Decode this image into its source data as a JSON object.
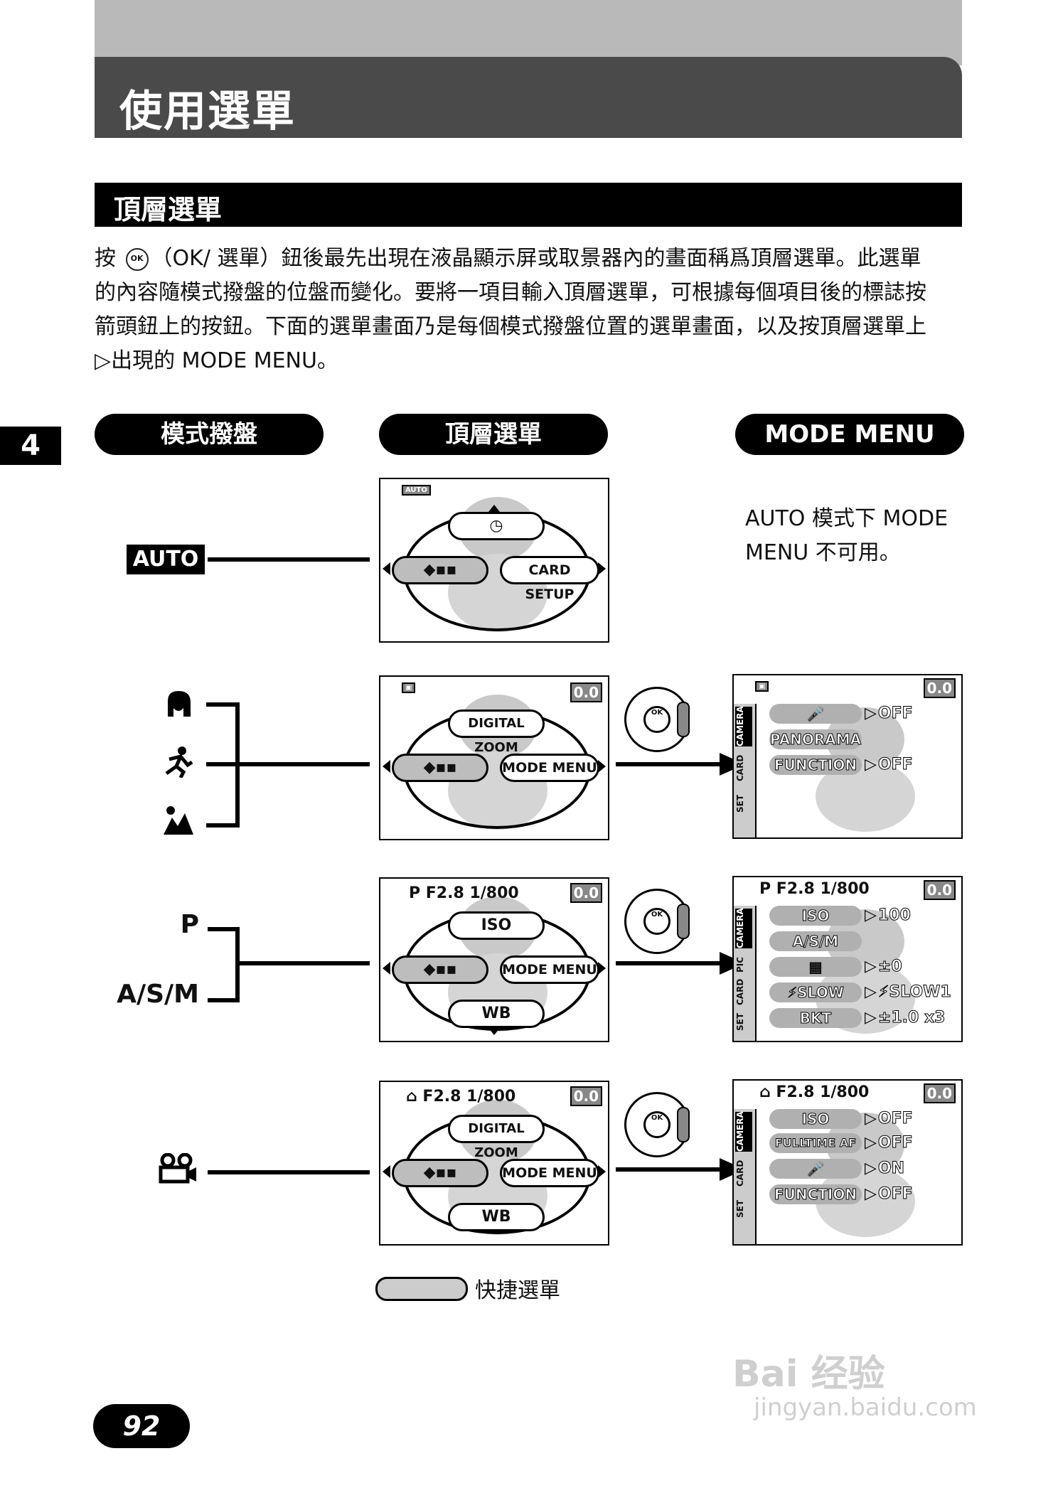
{
  "header": {
    "title": "使用選單"
  },
  "section": {
    "title": "頂層選單"
  },
  "intro": {
    "line1_pre": "按",
    "line1_post": "（OK/ 選單）鈕後最先出現在液晶顯示屏或取景器內的畫面稱爲頂層選單。此選單",
    "line2": "的內容隨模式撥盤的位盤而變化。要將一項目輸入頂層選單，可根據每個項目後的標誌按",
    "line3": "箭頭鈕上的按鈕。下面的選單畫面乃是每個模式撥盤位置的選單畫面，以及按頂層選單上",
    "line4": "▷出現的 MODE MENU。",
    "ok_icon": "OK"
  },
  "chapter": "4",
  "columns": {
    "mode_dial": "模式撥盤",
    "top_menu": "頂層選單",
    "mode_menu": "MODE MENU"
  },
  "rows": {
    "auto": {
      "label": "AUTO",
      "note1": "AUTO 模式下 MODE",
      "note2": "MENU 不可用。",
      "top": {
        "up": "◷",
        "left": "◆▪▪",
        "right": "CARD SETUP",
        "icon": "AUTO"
      }
    },
    "scene": {
      "icons": [
        "portrait-icon",
        "sports-icon",
        "landscape-icon"
      ],
      "top": {
        "ev": "0.0",
        "up": "DIGITAL ZOOM",
        "left": "◆▪▪",
        "right": "MODE MENU"
      },
      "mode": {
        "ev": "0.0",
        "tabs": [
          "CAMERA",
          "CARD",
          "SET"
        ],
        "items": [
          {
            "label": "🎤",
            "value": "OFF"
          },
          {
            "label": "PANORAMA",
            "value": ""
          },
          {
            "label": "FUNCTION",
            "value": "OFF"
          }
        ]
      }
    },
    "pasm": {
      "label_p": "P",
      "label_asm": "A/S/M",
      "top": {
        "status": "P F2.8 1/800",
        "ev": "0.0",
        "up": "ISO",
        "left": "◆▪▪",
        "right": "MODE MENU",
        "down": "WB"
      },
      "mode": {
        "status": "P  F2.8 1/800",
        "ev": "0.0",
        "tabs": [
          "CAMERA",
          "PIC",
          "CARD",
          "SET"
        ],
        "items": [
          {
            "label": "ISO",
            "value": "100"
          },
          {
            "label": "A/S/M",
            "value": ""
          },
          {
            "label": "▦",
            "value": "±0"
          },
          {
            "label": "⚡SLOW",
            "value": "⚡SLOW1"
          },
          {
            "label": "BKT",
            "value": "±1.0 x3"
          }
        ]
      }
    },
    "movie": {
      "top": {
        "status": "F2.8 1/800",
        "ev": "0.0",
        "up": "DIGITAL ZOOM",
        "left": "◆▪▪",
        "right": "MODE MENU",
        "down": "WB"
      },
      "mode": {
        "status": "F2.8 1/800",
        "ev": "0.0",
        "tabs": [
          "CAMERA",
          "CARD",
          "SET"
        ],
        "items": [
          {
            "label": "ISO",
            "value": "OFF"
          },
          {
            "label": "FULLTIME AF",
            "value": "OFF"
          },
          {
            "label": "🎤",
            "value": "ON"
          },
          {
            "label": "FUNCTION",
            "value": "OFF"
          }
        ]
      }
    }
  },
  "controller": {
    "ok": "OK"
  },
  "legend": {
    "text": "快捷選單"
  },
  "page_number": "92",
  "watermark": {
    "line1": "Bai 经验",
    "line2": "jingyan.baidu.com"
  }
}
